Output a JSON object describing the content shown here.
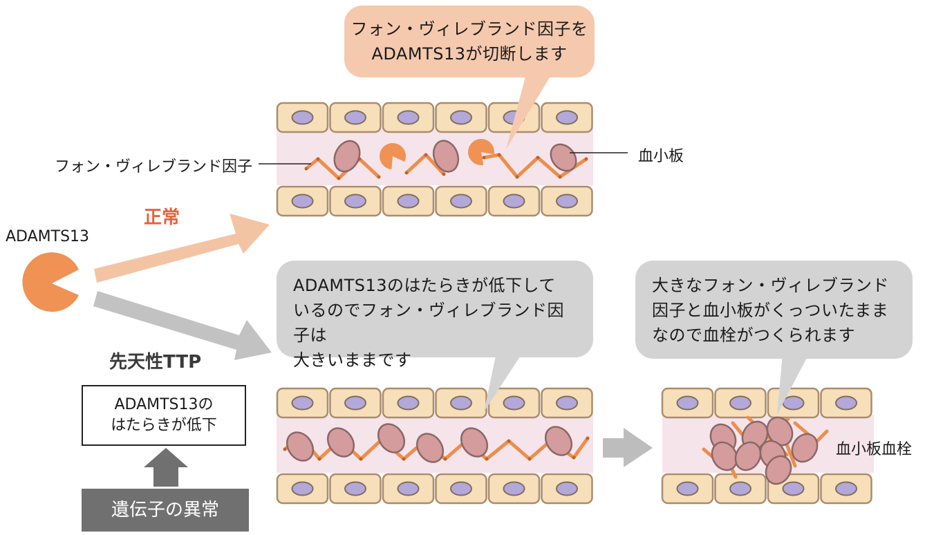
{
  "callouts": {
    "top": [
      "フォン・ヴィレブランド因子を",
      "ADAMTS13が切断します"
    ],
    "middle": [
      "ADAMTS13のはたらきが低下して",
      "いるのでフォン・ヴィレブランド因子は",
      "大きいままです"
    ],
    "right": [
      "大きなフォン・ヴィレブランド",
      "因子と血小板がくっついたまま",
      "なので血栓がつくられます"
    ]
  },
  "labels": {
    "vwf": "フォン・ヴィレブランド因子",
    "platelet": "血小板",
    "adamts13": "ADAMTS13",
    "normal": "正常",
    "congenital_ttp": "先天性TTP",
    "thrombus": "血小板血栓"
  },
  "boxes": {
    "reduced_function": [
      "ADAMTS13の",
      "はたらきが低下"
    ],
    "gene_abnormality": "遺伝子の異常"
  },
  "colors": {
    "cell_fill": "#f6dfb9",
    "cell_border": "#a98c6f",
    "nucleus": "#b3a8d9",
    "vessel_lumen": "#f5e4ea",
    "platelet": "#d49c9d",
    "vwf_strand": "#ec8e4c",
    "adamts13": "#ef9254",
    "normal_arrow": "#f3c4a4",
    "ttp_arrow": "#c2c2c2"
  }
}
